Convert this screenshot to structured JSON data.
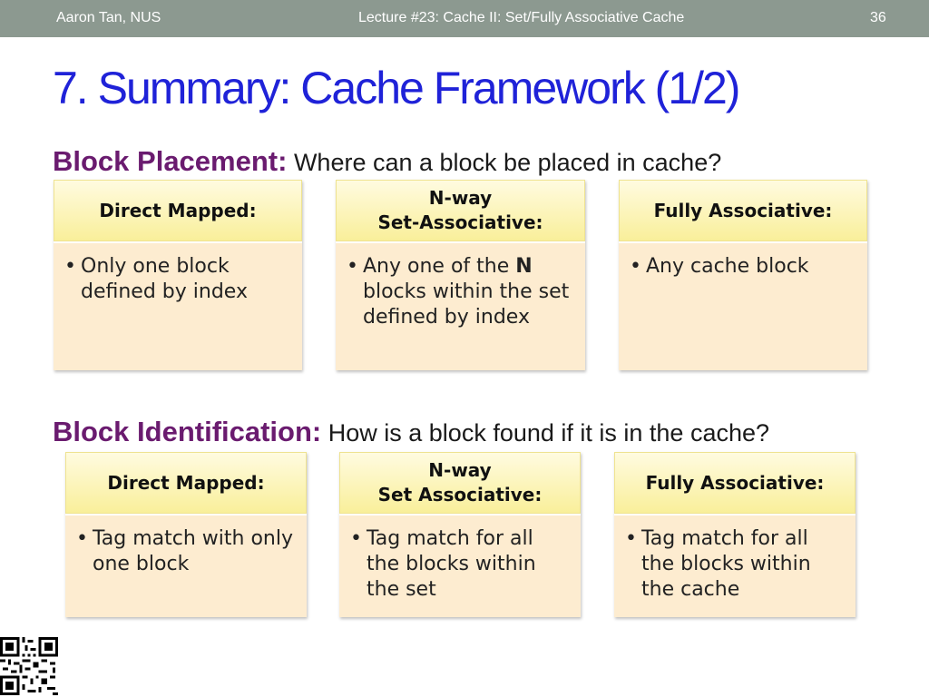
{
  "header": {
    "author": "Aaron Tan, NUS",
    "lecture": "Lecture #23: Cache II: Set/Fully Associative Cache",
    "page": "36"
  },
  "title": "7. Summary: Cache Framework (1/2)",
  "placement": {
    "key": "Block Placement:",
    "question": " Where can a block be placed in cache?",
    "cards": [
      {
        "head": "Direct Mapped:",
        "text": "Only one block defined by index"
      },
      {
        "head_line1": "N-way",
        "head_line2": "Set-Associative:",
        "text_before": "Any one of the ",
        "text_bold": "N",
        "text_after": " blocks within the set defined by index"
      },
      {
        "head": "Fully Associative:",
        "text": "Any cache block"
      }
    ]
  },
  "identification": {
    "key": "Block Identification:",
    "question": " How is a block found if it is in the cache?",
    "cards": [
      {
        "head": "Direct Mapped:",
        "text": "Tag match with only one block"
      },
      {
        "head_line1": "N-way",
        "head_line2": "Set Associative:",
        "text": "Tag match for all the blocks within the set"
      },
      {
        "head": "Fully Associative:",
        "text": "Tag match for all the blocks within the cache"
      }
    ]
  },
  "bullet_char": "•",
  "qr_icon": "qr-code-icon"
}
